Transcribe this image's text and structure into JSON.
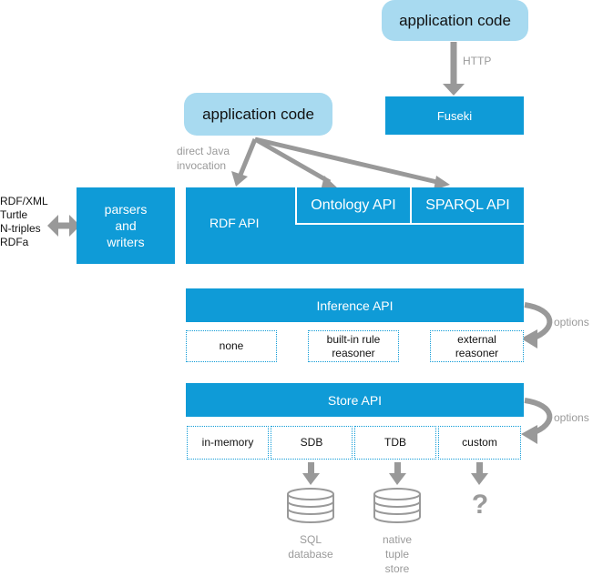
{
  "app_code_top": "application code",
  "http_label": "HTTP",
  "fuseki": "Fuseki",
  "app_code_left": "application code",
  "direct_java": [
    "direct Java",
    "invocation"
  ],
  "rdf_api": "RDF API",
  "ontology_api": "Ontology API",
  "sparql_api": "SPARQL API",
  "parsers": [
    "parsers",
    "and",
    "writers"
  ],
  "formats": [
    "RDF/XML",
    "Turtle",
    "N-triples",
    "RDFa"
  ],
  "inference_api": "Inference API",
  "inference_options": [
    {
      "lines": [
        "none"
      ]
    },
    {
      "lines": [
        "built-in rule",
        "reasoner"
      ]
    },
    {
      "lines": [
        "external",
        "reasoner"
      ]
    }
  ],
  "store_api": "Store API",
  "store_options": [
    "in-memory",
    "SDB",
    "TDB",
    "custom"
  ],
  "options_label": "options",
  "storage": [
    {
      "lines": [
        "SQL",
        "database"
      ]
    },
    {
      "lines": [
        "native",
        "tuple",
        "store"
      ]
    },
    {
      "lines": [
        "?"
      ]
    }
  ],
  "colors": {
    "primary": "#0f9bd7",
    "light": "#a8daf0",
    "arrow": "#999999",
    "text_gray": "#9a9a9a"
  }
}
